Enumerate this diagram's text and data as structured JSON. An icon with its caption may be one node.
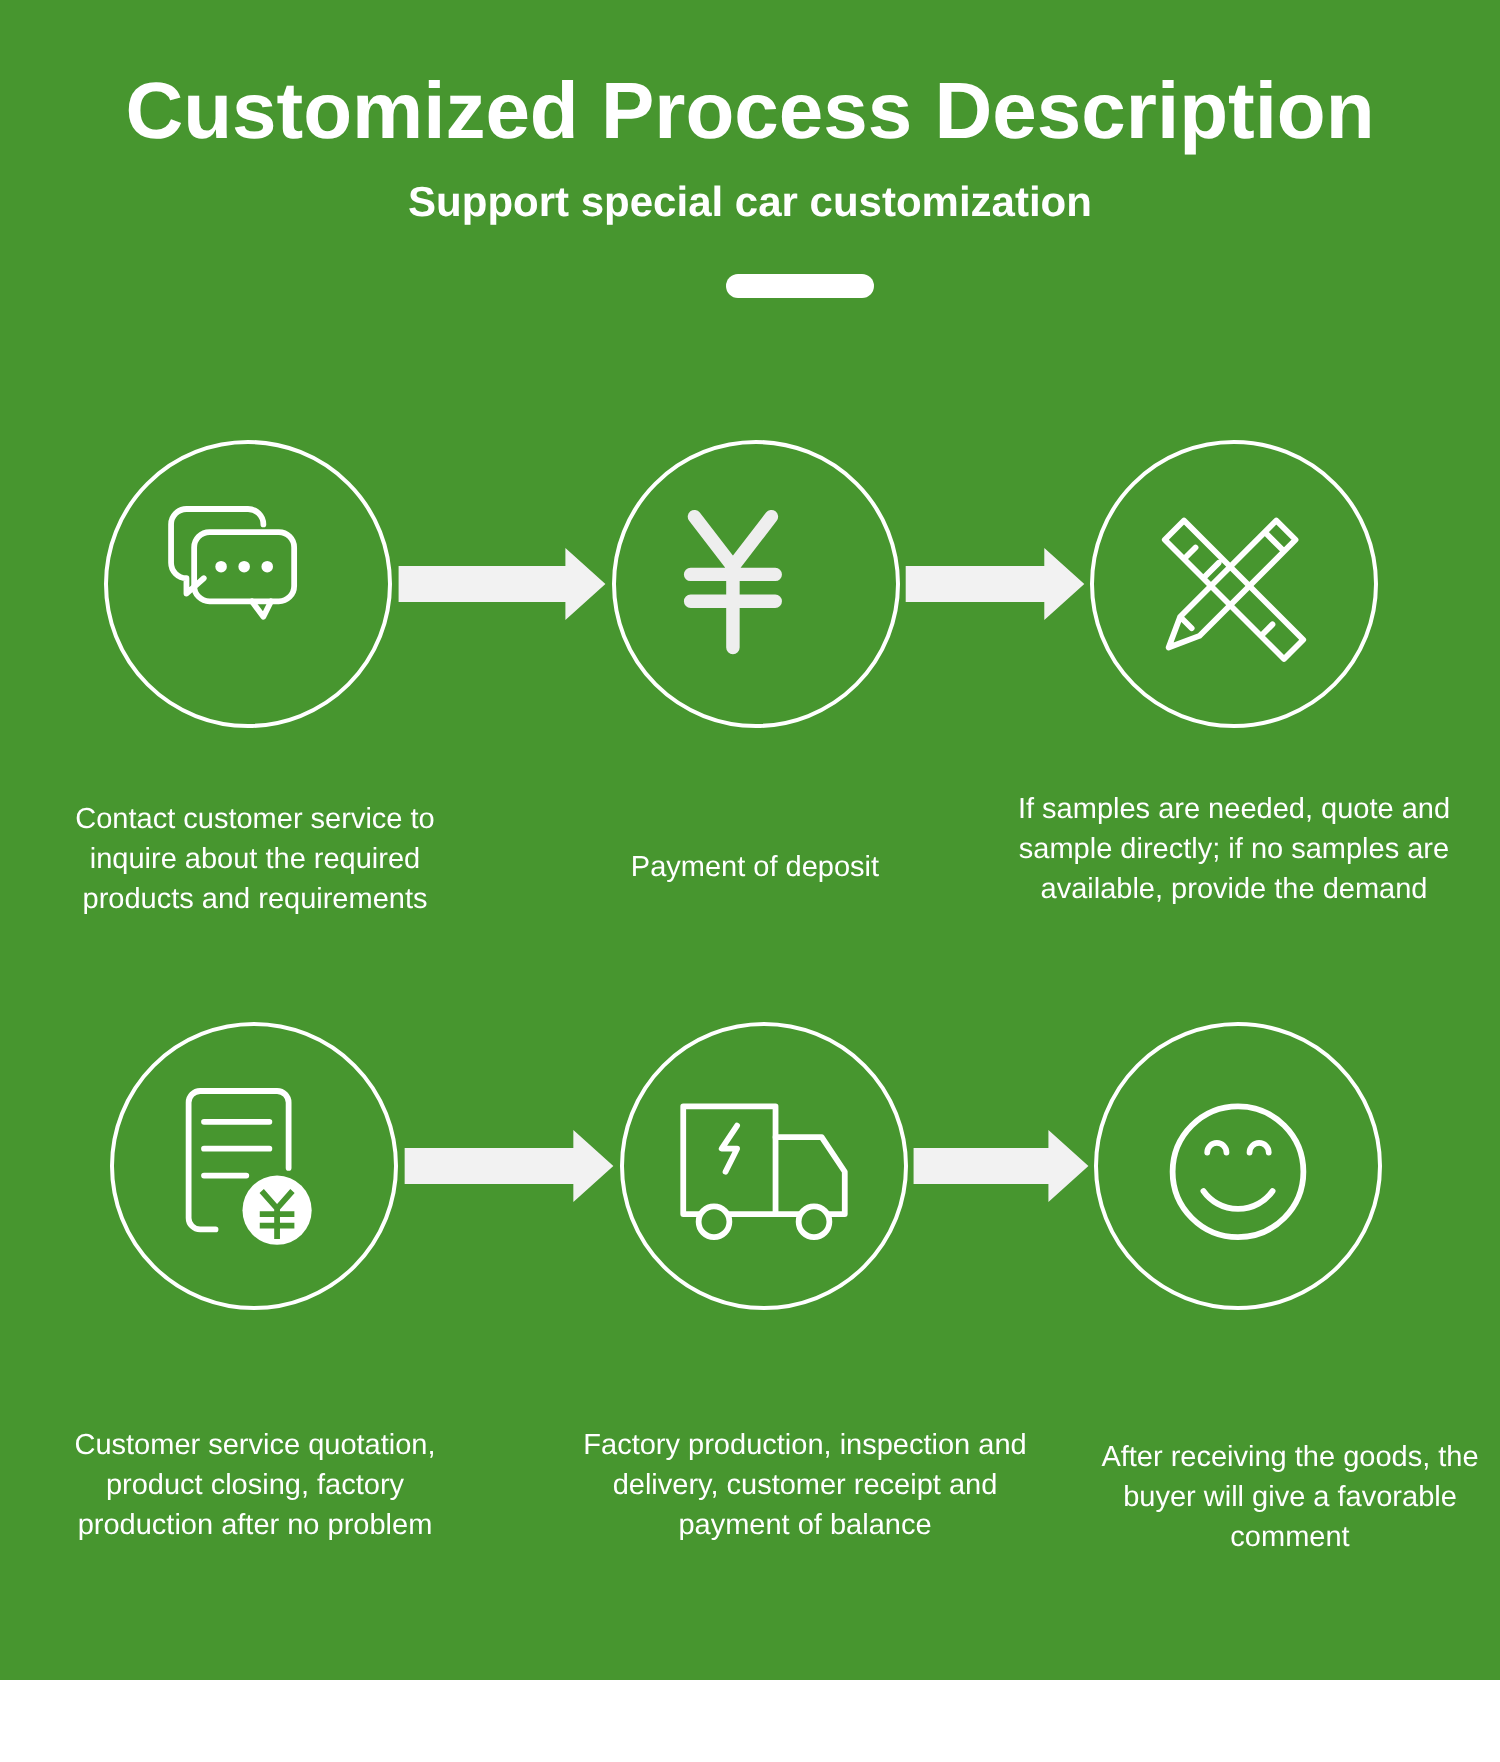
{
  "diagram": {
    "title": "Customized Process Description",
    "caption": "Support special car customization",
    "nodes": [
      {
        "text": [],
        "shape": "circle"
      },
      {
        "text": [],
        "shape": "circle"
      },
      {
        "text": [],
        "shape": "circle"
      },
      {
        "text": [],
        "shape": "circle"
      },
      {
        "text": [],
        "shape": "circle"
      },
      {
        "text": [],
        "shape": "circle"
      }
    ],
    "labels": [
      "Contact customer service to inquire about the required products and requirements",
      "Payment of deposit",
      "If samples are needed, quote and sample directly; if no samples are available, provide the demand",
      "Customer service quotation, product closing, factory production after no problem",
      "Factory production, inspection and delivery, customer receipt and payment of balance",
      "After receiving the goods, the buyer will give a favorable comment"
    ],
    "edges": [
      {
        "from": 0,
        "to": 1,
        "arrow": "to",
        "style": "thick"
      },
      {
        "from": 1,
        "to": 2,
        "arrow": "to",
        "style": "thick"
      },
      {
        "from": 3,
        "to": 4,
        "arrow": "to",
        "style": "thick"
      },
      {
        "from": 4,
        "to": 5,
        "arrow": "to",
        "style": "thick"
      }
    ]
  }
}
